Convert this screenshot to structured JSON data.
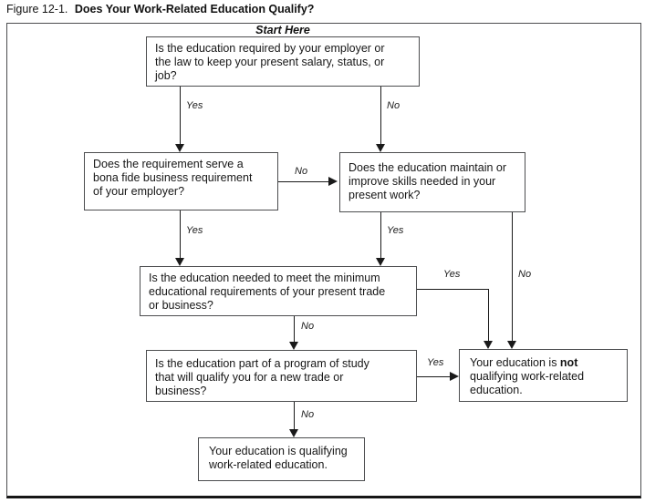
{
  "figure": {
    "label": "Figure 12-1.",
    "title": "Does Your Work-Related Education Qualify?",
    "start_here": "Start Here"
  },
  "nodes": {
    "q1": "Is the education required by your employer or\nthe law to keep your present salary, status, or\njob?",
    "q2": "Does the requirement serve a\nbona fide business requirement\nof your employer?",
    "q3": "Does the education maintain or\nimprove skills needed in your\npresent work?",
    "q4": "Is the education needed to meet the minimum\neducational requirements of your present trade\nor business?",
    "q5": "Is the education part of a program of study\nthat will qualify you for a new trade or\nbusiness?",
    "not_qualifying": {
      "pre": "Your education is ",
      "bold": "not",
      "post": "\nqualifying work-related\neducation."
    },
    "qualifying": "Your education is qualifying\nwork-related education."
  },
  "edges": [
    {
      "from": "q1",
      "to": "q2",
      "label": "Yes"
    },
    {
      "from": "q1",
      "to": "q3",
      "label": "No"
    },
    {
      "from": "q2",
      "to": "q3",
      "label": "No"
    },
    {
      "from": "q2",
      "to": "q4",
      "label": "Yes"
    },
    {
      "from": "q3",
      "to": "q4",
      "label": "Yes"
    },
    {
      "from": "q3",
      "to": "not_qualifying",
      "label": "No"
    },
    {
      "from": "q4",
      "to": "not_qualifying",
      "label": "Yes"
    },
    {
      "from": "q4",
      "to": "q5",
      "label": "No"
    },
    {
      "from": "q5",
      "to": "not_qualifying",
      "label": "Yes"
    },
    {
      "from": "q5",
      "to": "qualifying",
      "label": "No"
    }
  ],
  "colors": {
    "line": "#1a1a1a",
    "box_border": "#4c4d4f"
  }
}
